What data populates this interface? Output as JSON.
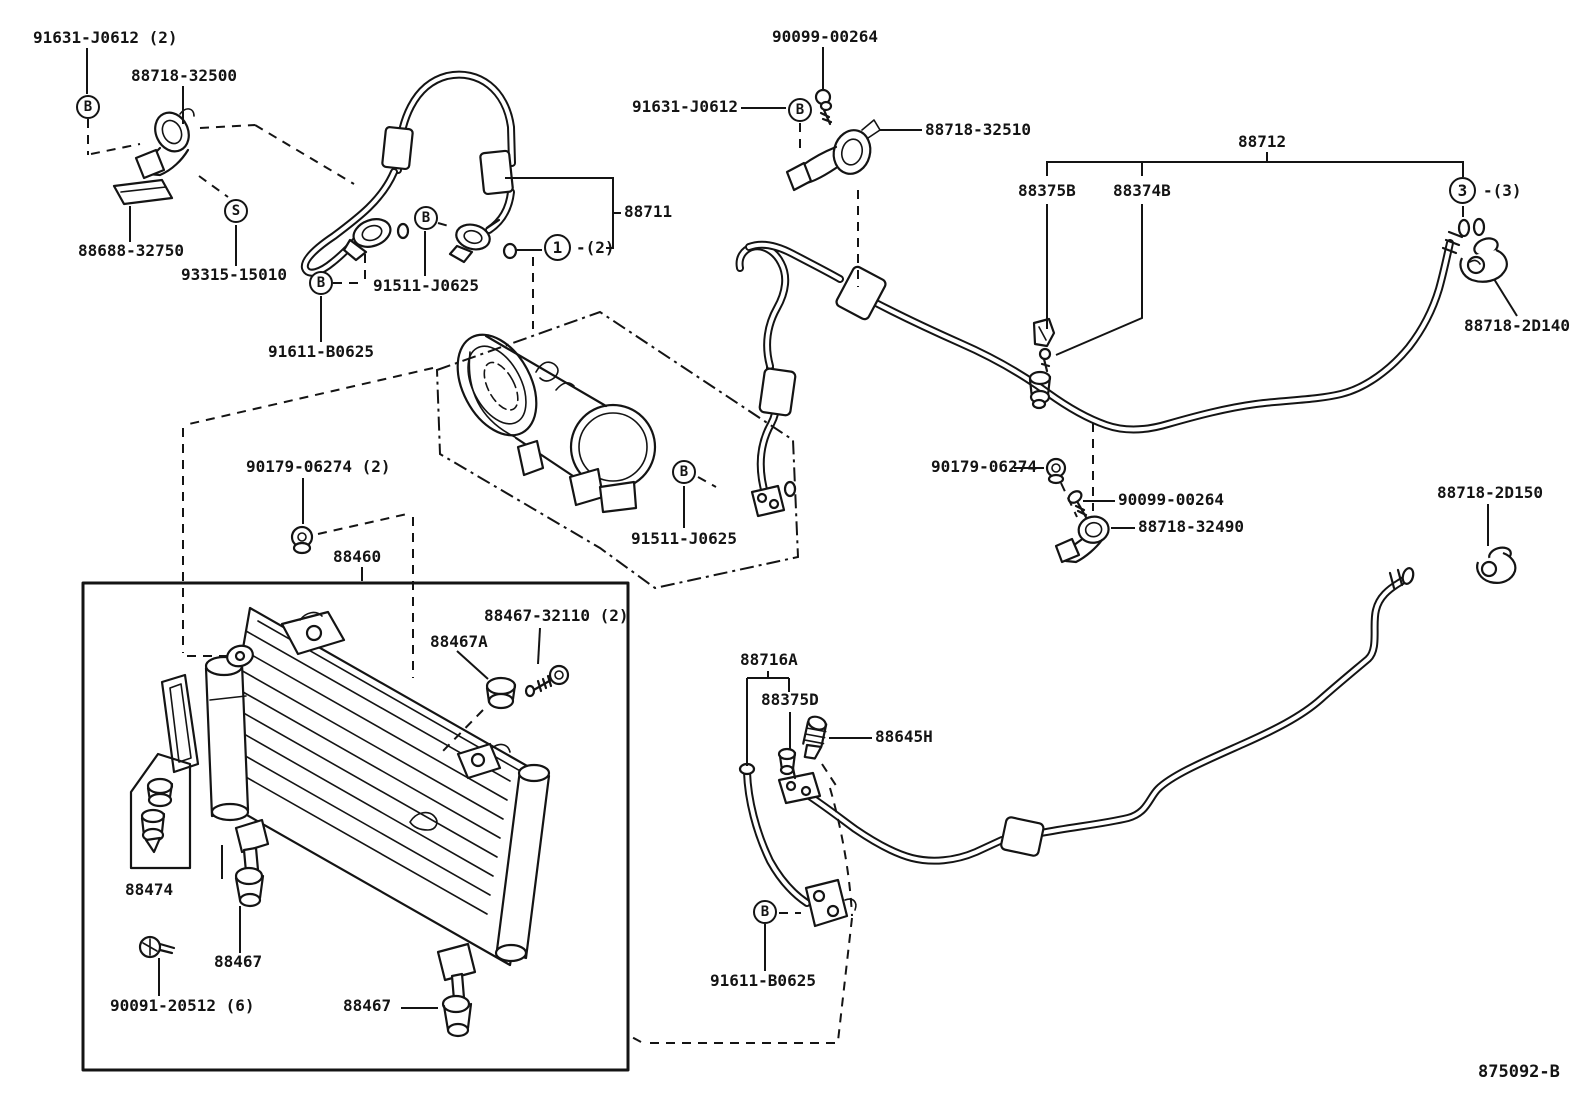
{
  "page": {
    "background": "#ffffff",
    "ink": "#141414"
  },
  "diagram": {
    "figure_ref": "875092-B",
    "labels": [
      {
        "id": "91631-J0612-qty2",
        "text": "91631-J0612 (2)"
      },
      {
        "id": "88718-32500",
        "text": "88718-32500"
      },
      {
        "id": "88688-32750",
        "text": "88688-32750"
      },
      {
        "id": "93315-15010",
        "text": "93315-15010"
      },
      {
        "id": "91511-J0625-top",
        "text": "91511-J0625"
      },
      {
        "id": "91611-B0625-top",
        "text": "91611-B0625"
      },
      {
        "id": "88711",
        "text": "88711"
      },
      {
        "id": "90099-00264-top",
        "text": "90099-00264"
      },
      {
        "id": "91631-J0612-mid",
        "text": "91631-J0612"
      },
      {
        "id": "88718-32510",
        "text": "88718-32510"
      },
      {
        "id": "88712",
        "text": "88712"
      },
      {
        "id": "88375B",
        "text": "88375B"
      },
      {
        "id": "88374B",
        "text": "88374B"
      },
      {
        "id": "88718-2D140",
        "text": "88718-2D140"
      },
      {
        "id": "90179-06274-right",
        "text": "90179-06274"
      },
      {
        "id": "90099-00264-right",
        "text": "90099-00264"
      },
      {
        "id": "88718-32490",
        "text": "88718-32490"
      },
      {
        "id": "88718-2D150",
        "text": "88718-2D150"
      },
      {
        "id": "90179-06274-qty2",
        "text": "90179-06274 (2)"
      },
      {
        "id": "88460",
        "text": "88460"
      },
      {
        "id": "88467-32110-qty2",
        "text": "88467-32110 (2)"
      },
      {
        "id": "88467A",
        "text": "88467A"
      },
      {
        "id": "88716A",
        "text": "88716A"
      },
      {
        "id": "88375D",
        "text": "88375D"
      },
      {
        "id": "88645H",
        "text": "88645H"
      },
      {
        "id": "91511-J0625-bottom",
        "text": "91511-J0625"
      },
      {
        "id": "91611-B0625-bottom",
        "text": "91611-B0625"
      },
      {
        "id": "88474",
        "text": "88474"
      },
      {
        "id": "88467-left",
        "text": "88467"
      },
      {
        "id": "90091-20512-qty6",
        "text": "90091-20512 (6)"
      },
      {
        "id": "88467-bottom",
        "text": "88467"
      }
    ],
    "callouts": [
      {
        "symbol": "B"
      },
      {
        "symbol": "S"
      },
      {
        "symbol": "B"
      },
      {
        "symbol": "B"
      },
      {
        "symbol": "1"
      },
      {
        "symbol": "B"
      },
      {
        "symbol": "B"
      },
      {
        "symbol": "3"
      },
      {
        "symbol": "B"
      }
    ],
    "qualifiers": [
      {
        "text": "-(2)"
      },
      {
        "text": "-(3)"
      }
    ]
  }
}
